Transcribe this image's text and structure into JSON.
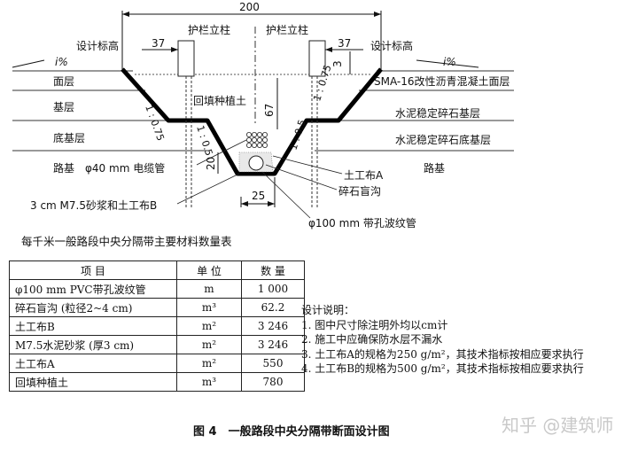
{
  "diagram": {
    "dim_total": "200",
    "dim_left_offset": "37",
    "dim_right_offset": "37",
    "dim_3": "3",
    "dim_67": "67",
    "dim_20": "20",
    "dim_25": "25",
    "slope_upper_left": "1 : 0.75",
    "slope_upper_right": "1 : 0.75",
    "slope_lower_left": "1 : 0.5",
    "slope_lower_right": "1 : 0.5",
    "label_design_elev_left": "设计标高",
    "label_design_elev_right": "设计标高",
    "label_guardrail_left": "护栏立柱",
    "label_guardrail_right": "护栏立柱",
    "label_grade_left": "i%",
    "label_grade_right": "i%",
    "label_surface": "面层",
    "label_base": "基层",
    "label_subbase": "底基层",
    "label_roadbed_left": "路基",
    "label_cable": "φ40 mm 电缆管",
    "label_mortar": "3 cm M7.5砂浆和土工布B",
    "label_backfill": "回填种植土",
    "label_sma": "SMA-16改性沥青混凝土面层",
    "label_cement_base": "水泥稳定碎石基层",
    "label_cement_subbase": "水泥稳定碎石底基层",
    "label_roadbed_right": "路基",
    "label_geotextile_a": "土工布A",
    "label_gravel_drain": "碎石盲沟",
    "label_pipe": "φ100 mm 带孔波纹管"
  },
  "table": {
    "title": "每千米一般路段中央分隔带主要材料数量表",
    "headers": [
      "项 目",
      "单 位",
      "数 量"
    ],
    "rows": [
      [
        "φ100 mm PVC带孔波纹管",
        "m",
        "1 000"
      ],
      [
        "碎石盲沟 (粒径2~4 cm)",
        "m³",
        "62.2"
      ],
      [
        "土工布B",
        "m²",
        "3 246"
      ],
      [
        "M7.5水泥砂浆 (厚3 cm)",
        "m²",
        "3 246"
      ],
      [
        "土工布A",
        "m²",
        "550"
      ],
      [
        "回填种植土",
        "m³",
        "780"
      ]
    ]
  },
  "notes": {
    "title": "设计说明：",
    "items": [
      "1. 图中尺寸除注明外均以cm计",
      "2. 施工中应确保防水层不漏水",
      "3. 土工布A的规格为250 g/m²，其技术指标按相应要求执行",
      "4. 土工布B的规格为500 g/m²，其技术指标按相应要求执行"
    ]
  },
  "caption": "图 4　一般路段中央分隔带断面设计图",
  "watermark": "知乎 @建筑师"
}
